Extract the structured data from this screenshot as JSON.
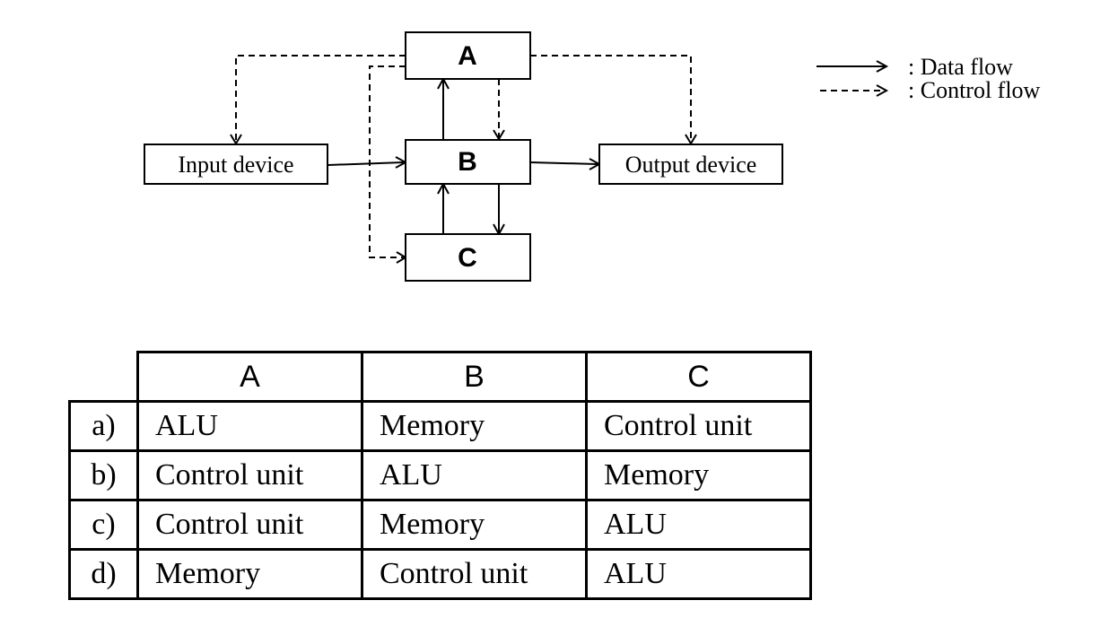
{
  "diagram": {
    "nodes": {
      "A": "A",
      "B": "B",
      "C": "C",
      "input": "Input device",
      "output": "Output device"
    },
    "legend": [
      {
        "style": "solid",
        "label": ": Data flow"
      },
      {
        "style": "dashed",
        "label": ": Control flow"
      }
    ]
  },
  "table": {
    "headers": [
      "A",
      "B",
      "C"
    ],
    "rows": [
      {
        "option": "a)",
        "cells": [
          "ALU",
          "Memory",
          "Control unit"
        ]
      },
      {
        "option": "b)",
        "cells": [
          "Control unit",
          "ALU",
          "Memory"
        ]
      },
      {
        "option": "c)",
        "cells": [
          "Control unit",
          "Memory",
          "ALU"
        ]
      },
      {
        "option": "d)",
        "cells": [
          "Memory",
          "Control unit",
          "ALU"
        ]
      }
    ]
  }
}
